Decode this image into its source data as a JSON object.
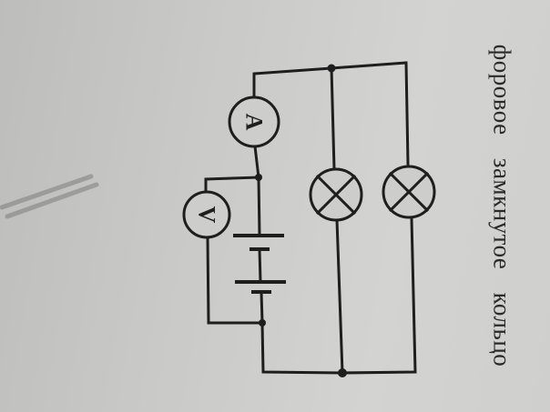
{
  "diagram": {
    "title": "Electric circuit: battery with voltmeter and ammeter, two lamps in parallel",
    "components": [
      {
        "type": "ammeter",
        "label": "A"
      },
      {
        "type": "voltmeter",
        "label": "V"
      },
      {
        "type": "battery",
        "cells": 2
      },
      {
        "type": "lamp",
        "index": 1
      },
      {
        "type": "lamp",
        "index": 2
      }
    ]
  },
  "side_text": "форовое замкнутое кольцо",
  "colors": {
    "ink": "#1e1e1e",
    "paper": "#cdcdcb"
  }
}
